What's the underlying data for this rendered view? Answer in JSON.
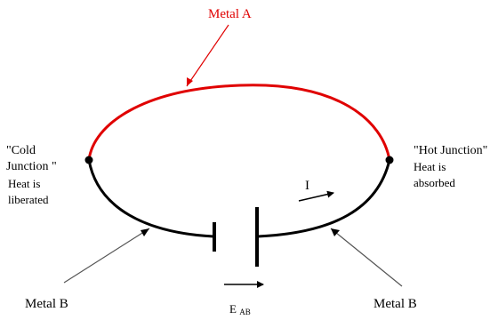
{
  "labels": {
    "metal_a": "Metal A",
    "cold_junction_line1": "\"Cold",
    "cold_junction_line2": "Junction \"",
    "cold_heat_line1": "Heat is",
    "cold_heat_line2": "liberated",
    "hot_junction_line1": "\"Hot Junction\"",
    "hot_heat_line1": "Heat is",
    "hot_heat_line2": "absorbed",
    "current": "I",
    "metal_b_left": "Metal B",
    "metal_b_right": "Metal B",
    "emf_main": "E",
    "emf_sub": "AB"
  },
  "colors": {
    "metal_a": "#e00000",
    "metal_b": "#000000"
  }
}
